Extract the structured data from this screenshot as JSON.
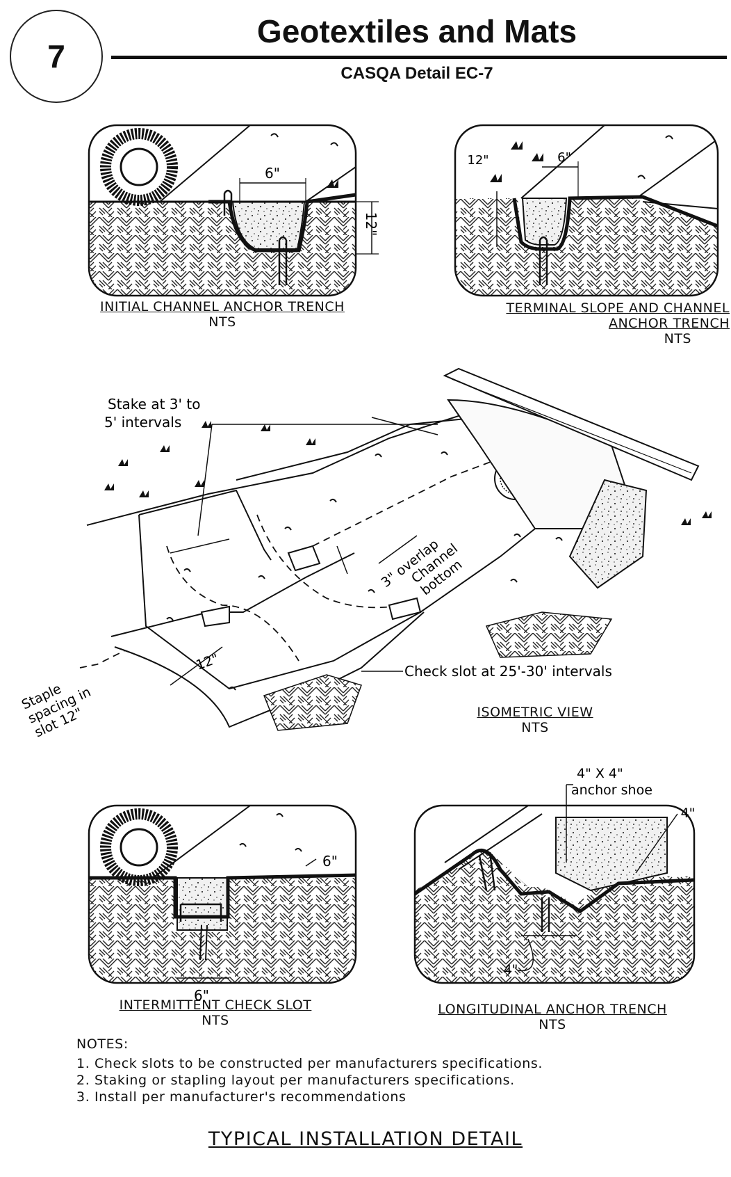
{
  "header": {
    "detail_number": "7",
    "title": "Geotextiles and Mats",
    "subtitle": "CASQA Detail EC-7"
  },
  "panels": {
    "initial": {
      "caption": "INITIAL CHANNEL ANCHOR TRENCH",
      "scale": "NTS",
      "dim_width": "6\"",
      "dim_depth": "12\""
    },
    "terminal": {
      "caption_line1": "TERMINAL SLOPE AND CHANNEL",
      "caption_line2": "ANCHOR TRENCH",
      "scale": "NTS",
      "dim_depth": "12\"",
      "dim_width": "6\""
    },
    "isometric": {
      "caption": "ISOMETRIC VIEW",
      "scale": "NTS",
      "stake_line1": "Stake at 3' to",
      "stake_line2": "5' intervals",
      "overlap_line1": "3\" overlap",
      "overlap_line2": "Channel",
      "overlap_line3": "bottom",
      "dim_12": "12\"",
      "check_slot": "Check slot at 25'-30' intervals",
      "staple_line1": "Staple",
      "staple_line2": "spacing in",
      "staple_line3": "slot 12\""
    },
    "intermittent": {
      "caption": "INTERMITTENT CHECK SLOT",
      "scale": "NTS",
      "dim_top": "6\"",
      "dim_bottom": "6\""
    },
    "longitudinal": {
      "caption": "LONGITUDINAL ANCHOR TRENCH",
      "scale": "NTS",
      "shoe_line1": "4\" X 4\"",
      "shoe_line2": "anchor shoe",
      "dim_right": "4\"",
      "dim_bottom": "4\""
    }
  },
  "notes": {
    "heading": "NOTES:",
    "items": [
      "1.  Check slots to be constructed per manufacturers specifications.",
      "2.  Staking or stapling layout per manufacturers specifications.",
      "3.  Install per manufacturer's recommendations"
    ]
  },
  "footer": {
    "title": "TYPICAL INSTALLATION DETAIL"
  }
}
